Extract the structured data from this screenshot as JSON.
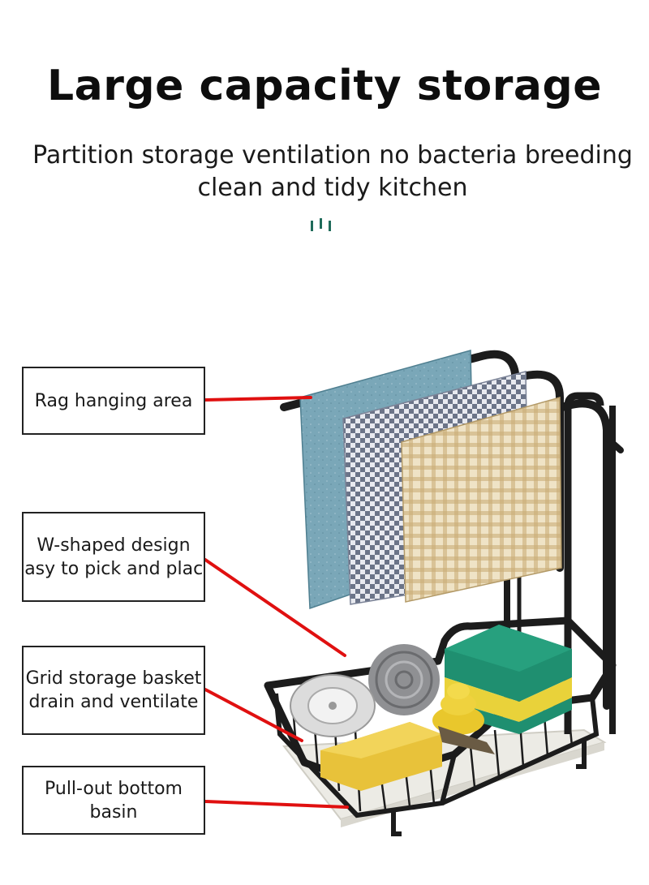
{
  "header": {
    "title": "Large capacity storage",
    "subtitle_line1": "Partition storage  ventilation  no bacteria breeding",
    "subtitle_line2": "clean and tidy kitchen"
  },
  "callouts": [
    {
      "lines": [
        "Rag hanging area"
      ]
    },
    {
      "lines": [
        "W-shaped design",
        "Easy to pick and place"
      ]
    },
    {
      "lines": [
        "Grid storage basket",
        "drain and ventilate"
      ]
    },
    {
      "lines": [
        "Pull-out bottom",
        "basin"
      ]
    }
  ],
  "colors": {
    "accent_marks": "#1f6b5a",
    "pointer_lines": "#e01010",
    "rack": "#1c1c1c",
    "cloth_blue": "#6f9fb0",
    "cloth_checker": "#b9bfcc",
    "cloth_gingham": "#d8c49a",
    "sponge_green": "#1f8f70",
    "sponge_yellow": "#e9d23a",
    "tray": "#ecebe5"
  }
}
